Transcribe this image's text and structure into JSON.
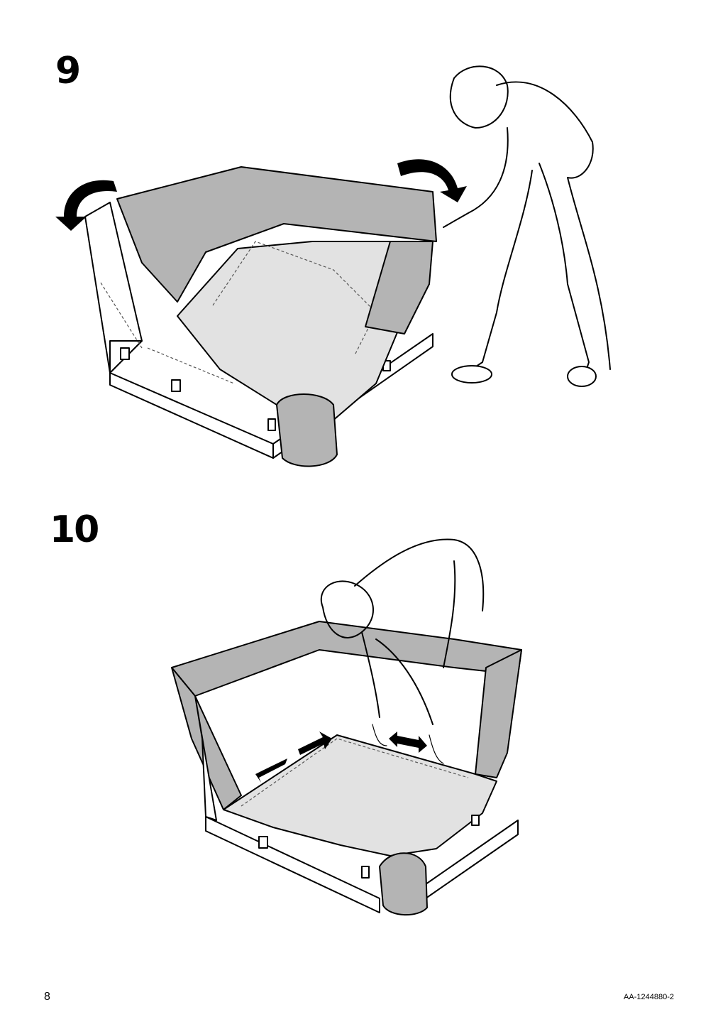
{
  "steps": [
    {
      "number": "9"
    },
    {
      "number": "10"
    }
  ],
  "footer": {
    "page_number": "8",
    "document_code": "AA-1244880-2"
  },
  "icons": {
    "step9": [
      "person-pulling-cover",
      "sofa-frame",
      "curved-arrow-left",
      "curved-arrow-right"
    ],
    "step10": [
      "person-smoothing-cover",
      "sofa-frame",
      "double-arrow"
    ]
  },
  "colors": {
    "cover": "#b4b4b4",
    "fabric": "#e2e2e2",
    "ink": "#000000"
  }
}
